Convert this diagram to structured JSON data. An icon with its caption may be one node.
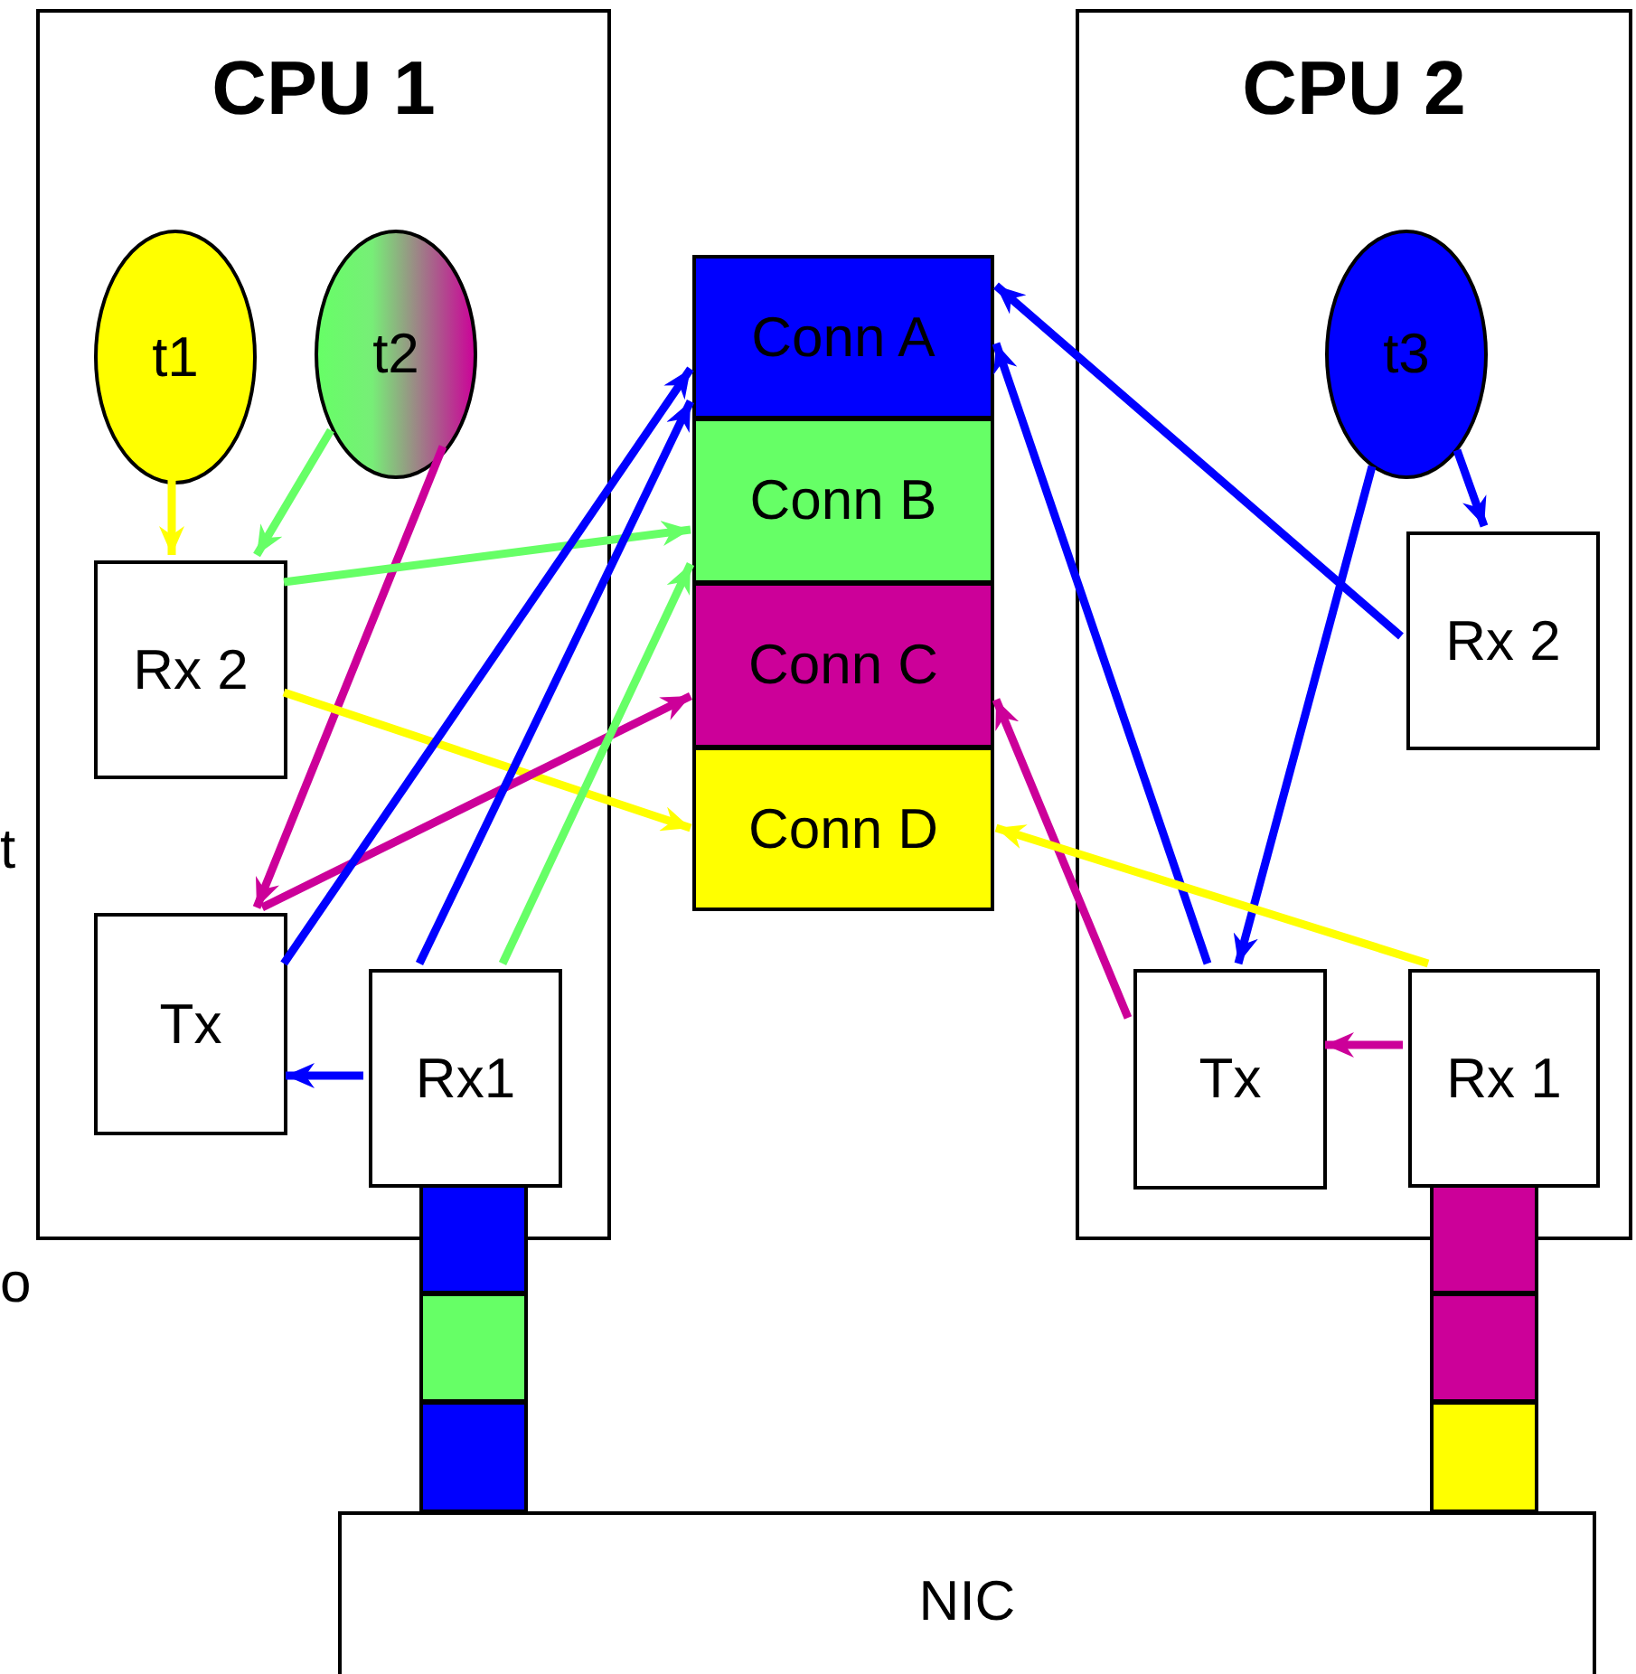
{
  "diagram": {
    "nodes": [
      {
        "text": [
          "CPU 1"
        ]
      },
      {
        "text": [
          "t1"
        ],
        "in": 0
      },
      {
        "text": [
          "t2"
        ],
        "in": 0
      },
      {
        "text": [
          "Rx 2"
        ],
        "in": 0
      },
      {
        "text": [
          "Tx"
        ],
        "in": 0
      },
      {
        "text": [
          "Rx1"
        ],
        "in": 0
      },
      {
        "text": [
          "CPU 2"
        ]
      },
      {
        "text": [
          "t3"
        ],
        "in": 6
      },
      {
        "text": [
          "Rx 2"
        ],
        "in": 6
      },
      {
        "text": [
          "Tx"
        ],
        "in": 6
      },
      {
        "text": [
          "Rx 1"
        ],
        "in": 6
      },
      {
        "text": [
          "Conn A"
        ]
      },
      {
        "text": [
          "Conn B"
        ]
      },
      {
        "text": [
          "Conn C"
        ]
      },
      {
        "text": [
          "Conn D"
        ]
      },
      {
        "text": [
          "NIC"
        ]
      },
      {
        "text": [],
        "shape": "box"
      },
      {
        "text": [],
        "shape": "box"
      },
      {
        "text": [],
        "shape": "box"
      },
      {
        "text": [],
        "shape": "box"
      },
      {
        "text": [],
        "shape": "box"
      },
      {
        "text": [],
        "shape": "box"
      }
    ],
    "edges": [
      {
        "from": 1,
        "to": 3,
        "arrow": "to",
        "color": "#ffff00"
      },
      {
        "from": 2,
        "to": 3,
        "arrow": "to",
        "color": "#66ff66"
      },
      {
        "from": 2,
        "to": 4,
        "arrow": "to",
        "color": "#cc0099"
      },
      {
        "from": 3,
        "to": 12,
        "arrow": "to",
        "color": "#66ff66"
      },
      {
        "from": 3,
        "to": 14,
        "arrow": "to",
        "color": "#ffff00"
      },
      {
        "from": 4,
        "to": 13,
        "arrow": "to",
        "color": "#cc0099"
      },
      {
        "from": 4,
        "to": 11,
        "arrow": "to"
      },
      {
        "from": 5,
        "to": 11,
        "arrow": "to"
      },
      {
        "from": 5,
        "to": 12,
        "arrow": "to",
        "color": "#66ff66"
      },
      {
        "from": 5,
        "to": 4,
        "arrow": "to"
      },
      {
        "from": 8,
        "to": 11,
        "arrow": "to"
      },
      {
        "from": 7,
        "to": 8,
        "arrow": "to"
      },
      {
        "from": 7,
        "to": 9,
        "arrow": "to"
      },
      {
        "from": 9,
        "to": 11,
        "arrow": "to"
      },
      {
        "from": 9,
        "to": 13,
        "arrow": "to",
        "color": "#cc0099"
      },
      {
        "from": 10,
        "to": 14,
        "arrow": "to",
        "color": "#ffff00"
      },
      {
        "from": 10,
        "to": 9,
        "arrow": "to",
        "color": "#cc0099"
      }
    ],
    "labels": [
      "t",
      "o"
    ]
  }
}
